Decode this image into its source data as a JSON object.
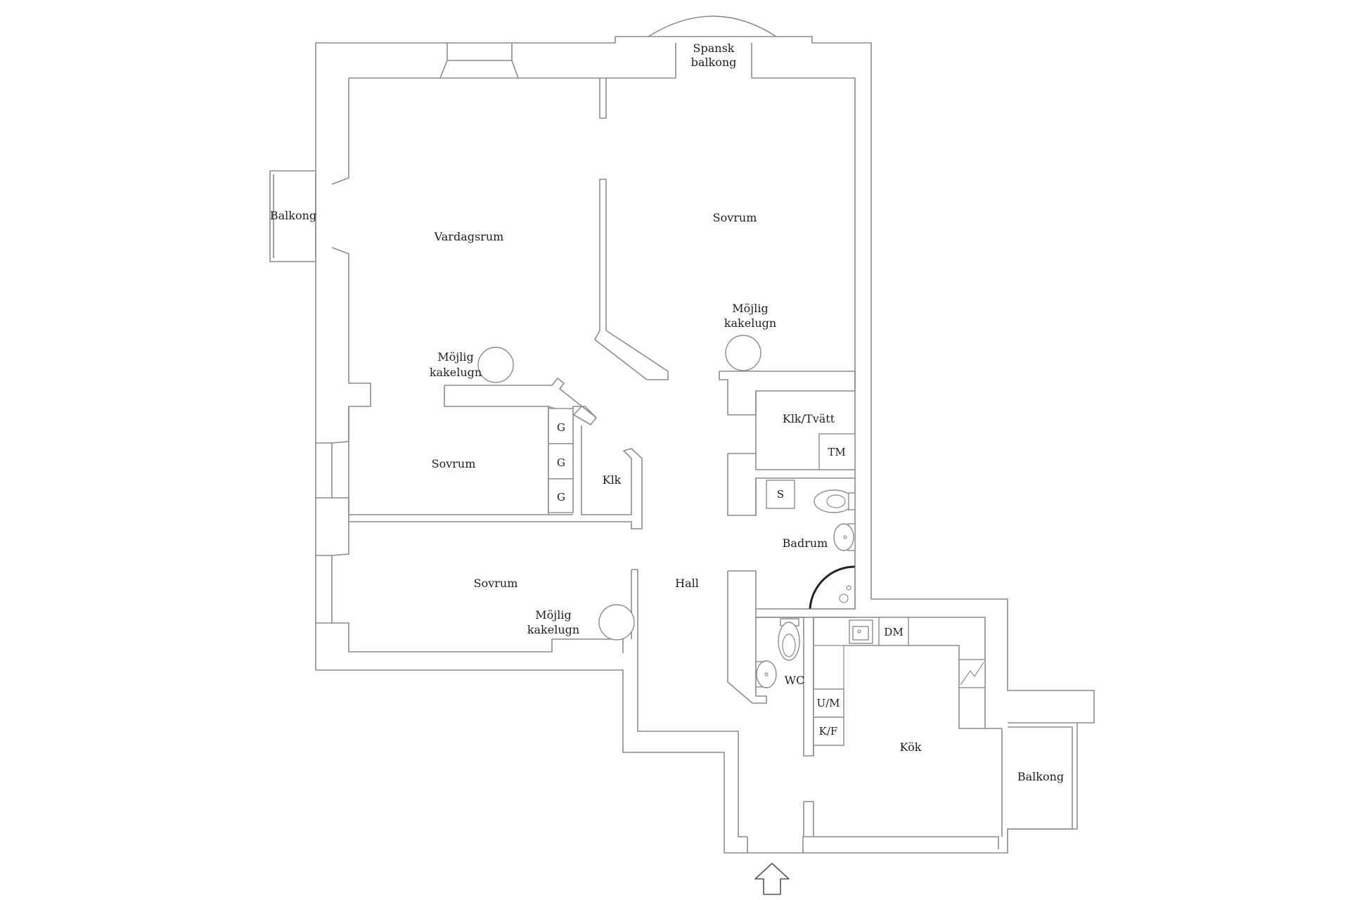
{
  "floor_plan": {
    "rooms": {
      "spansk_balkong": [
        "Spansk",
        "balkong"
      ],
      "balkong_west": "Balkong",
      "vardagsrum": "Vardagsrum",
      "sovrum_north": "Sovrum",
      "sovrum_middle": "Sovrum",
      "sovrum_south": "Sovrum",
      "klk": "Klk",
      "klk_tvatt": "Klk/Tvätt",
      "badrum": "Badrum",
      "hall": "Hall",
      "wc": "WC",
      "kok": "Kök",
      "balkong_east": "Balkong"
    },
    "stoves": {
      "living": [
        "Möjlig",
        "kakelugn"
      ],
      "north_bedroom": [
        "Möjlig",
        "kakelugn"
      ],
      "south_bedroom": [
        "Möjlig",
        "kakelugn"
      ]
    },
    "fixtures": {
      "wardrobe_1": "G",
      "wardrobe_2": "G",
      "wardrobe_3": "G",
      "washing_machine": "TM",
      "shower_cabinet": "S",
      "dishwasher": "DM",
      "oven": "U/M",
      "fridge": "K/F"
    },
    "entrance_icon": "up-arrow-icon"
  }
}
